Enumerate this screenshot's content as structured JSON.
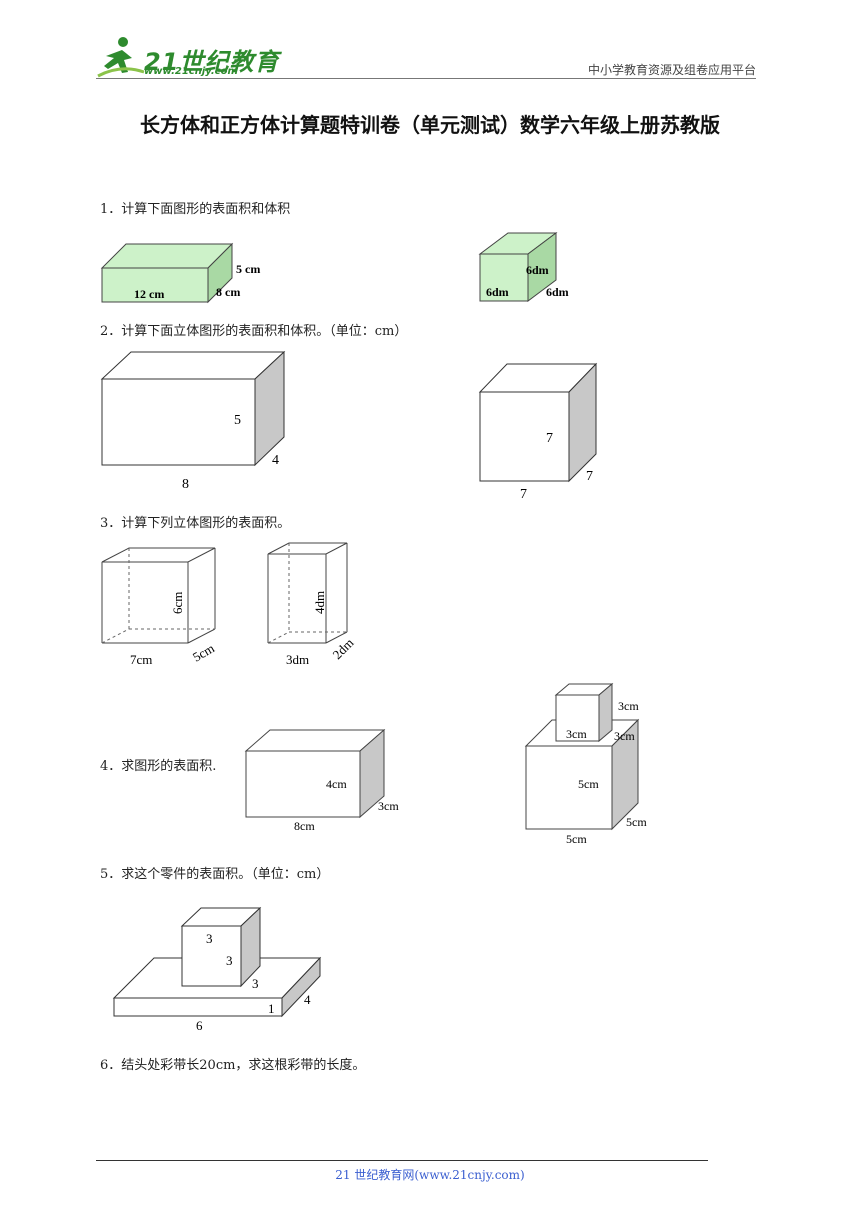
{
  "header": {
    "logo_text": "21世纪教育",
    "logo_url": "www.21cnjy.com",
    "right_text": "中小学教育资源及组卷应用平台"
  },
  "title": "长方体和正方体计算题特训卷（单元测试）数学六年级上册苏教版",
  "questions": [
    {
      "text": "1．计算下面图形的表面积和体积",
      "fig_a": {
        "length": "12 cm",
        "height": "5 cm",
        "width": "8 cm"
      },
      "fig_b": {
        "top": "6dm",
        "front": "6dm",
        "side": "6dm"
      }
    },
    {
      "text": "2．计算下面立体图形的表面积和体积。（单位：cm）",
      "fig_a": {
        "length": "8",
        "height": "5",
        "width": "4"
      },
      "fig_b": {
        "length": "7",
        "height": "7",
        "width": "7"
      }
    },
    {
      "text": "3．计算下列立体图形的表面积。",
      "fig_a": {
        "length": "7cm",
        "height": "6cm",
        "width": "5cm"
      },
      "fig_b": {
        "length": "3dm",
        "height": "4dm",
        "width": "2dm"
      }
    },
    {
      "text": "4．求图形的表面积.",
      "fig_a": {
        "length": "8cm",
        "height": "4cm",
        "width": "3cm"
      },
      "fig_b": {
        "small_top": "3cm",
        "small_front": "3cm",
        "small_side": "3cm",
        "big_height": "5cm",
        "big_length": "5cm",
        "big_width": "5cm"
      }
    },
    {
      "text": "5．求这个零件的表面积。（单位：cm）",
      "fig": {
        "cube_a": "3",
        "cube_b": "3",
        "cube_c": "3",
        "base_thick": "1",
        "base_length": "6",
        "base_width": "4"
      }
    },
    {
      "text": "6．结头处彩带长20cm，求这根彩带的长度。"
    }
  ],
  "footer": "21 世纪教育网(www.21cnjy.com)",
  "colors": {
    "brand_green": "#2e8b2e",
    "box_face": "#cdf2c9",
    "box_side": "#a9d9a4",
    "gray_side": "#c8c8c8",
    "footer_link": "#3b5fd0"
  }
}
